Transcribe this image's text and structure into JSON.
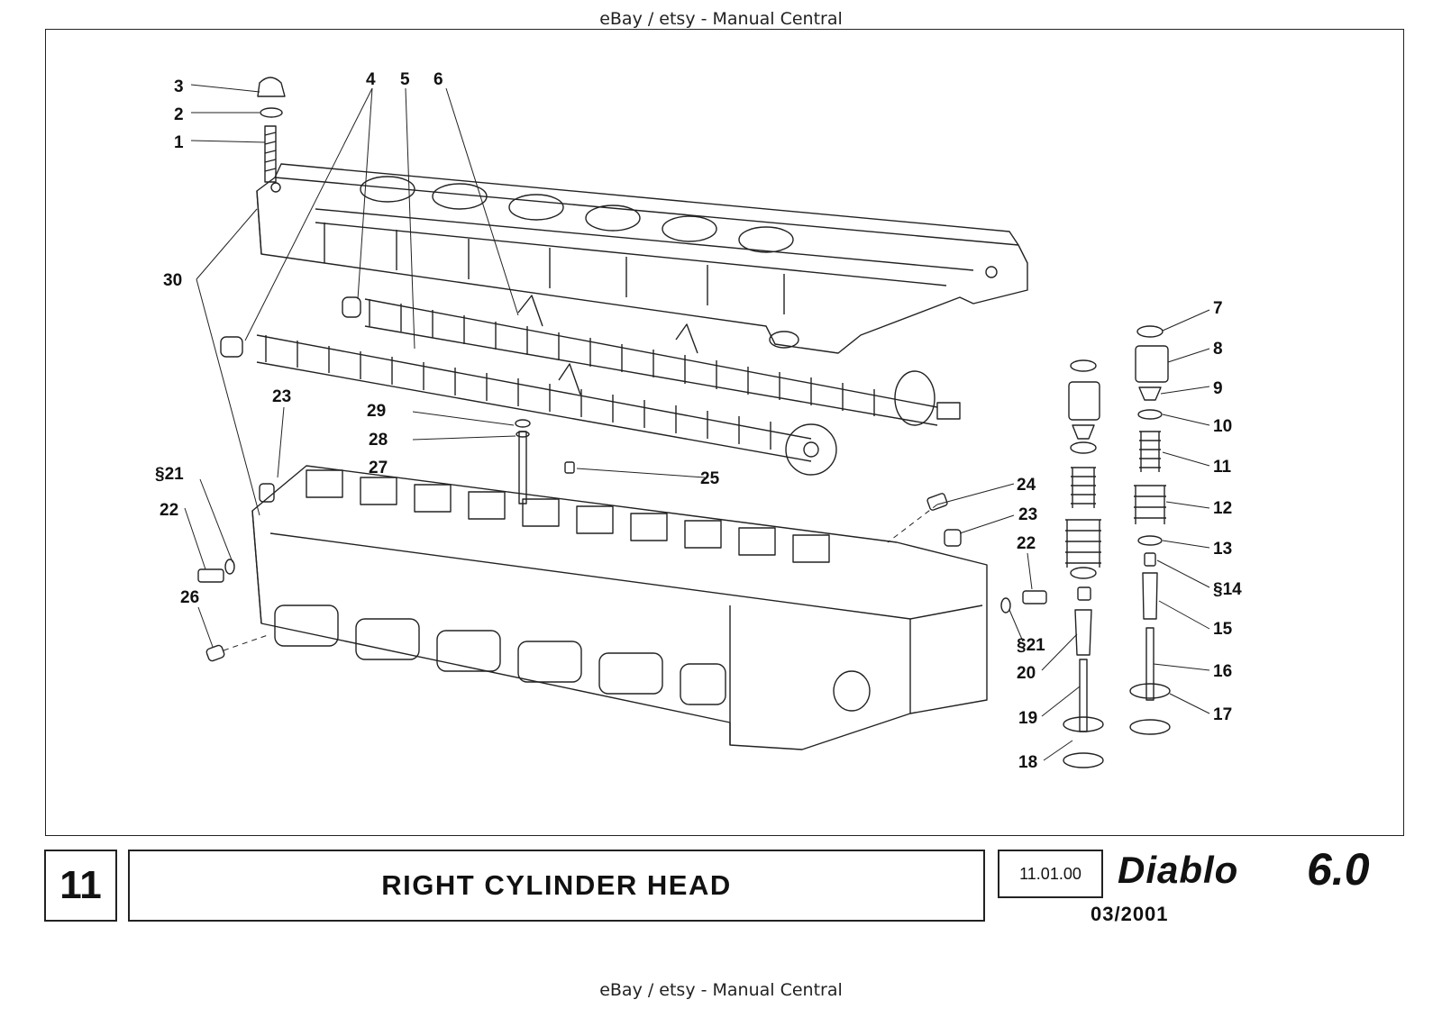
{
  "watermark": {
    "top": "eBay / etsy - Manual Central",
    "bottom": "eBay / etsy - Manual Central"
  },
  "footer": {
    "page_number": "11",
    "title": "RIGHT CYLINDER HEAD",
    "code": "11.01.00",
    "brand_name": "Diablo",
    "brand_version": "6.0",
    "date": "03/2001"
  },
  "callouts": {
    "c1": "1",
    "c2": "2",
    "c3": "3",
    "c4": "4",
    "c5": "5",
    "c6": "6",
    "c7": "7",
    "c8": "8",
    "c9": "9",
    "c10": "10",
    "c11": "11",
    "c12": "12",
    "c13": "13",
    "c14": "§14",
    "c15": "15",
    "c16": "16",
    "c17": "17",
    "c18": "18",
    "c19": "19",
    "c20": "20",
    "c21a": "§21",
    "c21b": "§21",
    "c22a": "22",
    "c22b": "22",
    "c23a": "23",
    "c23b": "23",
    "c24": "24",
    "c25": "25",
    "c26": "26",
    "c27": "27",
    "c28": "28",
    "c29": "29",
    "c30": "30"
  }
}
